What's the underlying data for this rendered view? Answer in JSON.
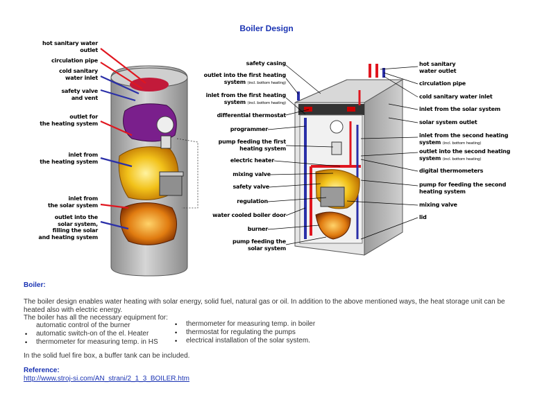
{
  "title": "Boiler Design",
  "left_labels": [
    "hot sanitary water\noutlet",
    "circulation pipe",
    "cold sanitary\nwater inlet",
    "safety valve\nand vent",
    "outlet for\nthe heating system",
    "inlet from\nthe heating system",
    "inlet from\nthe solar system",
    "outlet into the\nsolar system,\nfilling the solar\nand heating system"
  ],
  "middle_labels": [
    "safety casing",
    "outlet into the first heating\nsystem",
    "inlet from the first heating\nsystem",
    "differential thermostat",
    "programmer",
    "pump feeding the first\nheating system",
    "electric heater",
    "mixing valve",
    "safety valve",
    "regulation",
    "water cooled boiler door",
    "burner",
    "pump feeding the\nsolar system"
  ],
  "right_labels": [
    "hot sanitary\nwater outlet",
    "circulation pipe",
    "cold sanitary water inlet",
    "inlet from the solar system",
    "solar system outlet",
    "inlet from the second heating\nsystem",
    "outlet into the second heating\nsystem",
    "digital thermometers",
    "pump for feeding the second\nheating system",
    "mixing valve",
    "lid"
  ],
  "sub_note": "(incl. bottom heating)",
  "boiler": {
    "heading": "Boiler:",
    "paragraph": "The boiler design enables water heating with solar energy, solid fuel, natural gas or oil. In addition to the above mentioned ways, the heat storage unit can be heated also with electric energy.",
    "equipment_intro": "The boiler has all the necessary equipment for:",
    "left_items": [
      "automatic control of the burner",
      "automatic switch-on of the el. Heater",
      "thermometer for measuring temp. in HS"
    ],
    "right_items": [
      "thermometer for measuring temp. in boiler",
      "thermostat for regulating the pumps",
      "electrical installation of the solar system."
    ],
    "solid_fuel_note": "In the solid fuel fire box, a buffer tank can be included."
  },
  "reference": {
    "heading": "Reference:",
    "link": "http://www.stroj-si.com/AN_strani/2_1_3_BOILER.htm"
  },
  "colors": {
    "accent_blue": "#1a33b3",
    "pipe_red": "#e0161f",
    "pipe_blue": "#2a2fa8",
    "cylinder_grey": "#b9b9b9",
    "flame_yellow": "#f2c21a",
    "purple": "#7a1f8c"
  }
}
